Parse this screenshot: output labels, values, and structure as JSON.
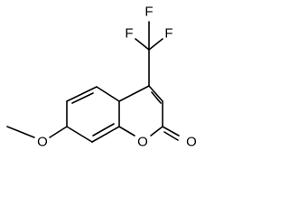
{
  "structure": {
    "atoms": {
      "f1": "F",
      "f2": "F",
      "f3": "F",
      "o_methoxy": "O",
      "o_ring": "O",
      "o_carbonyl": "O"
    }
  }
}
